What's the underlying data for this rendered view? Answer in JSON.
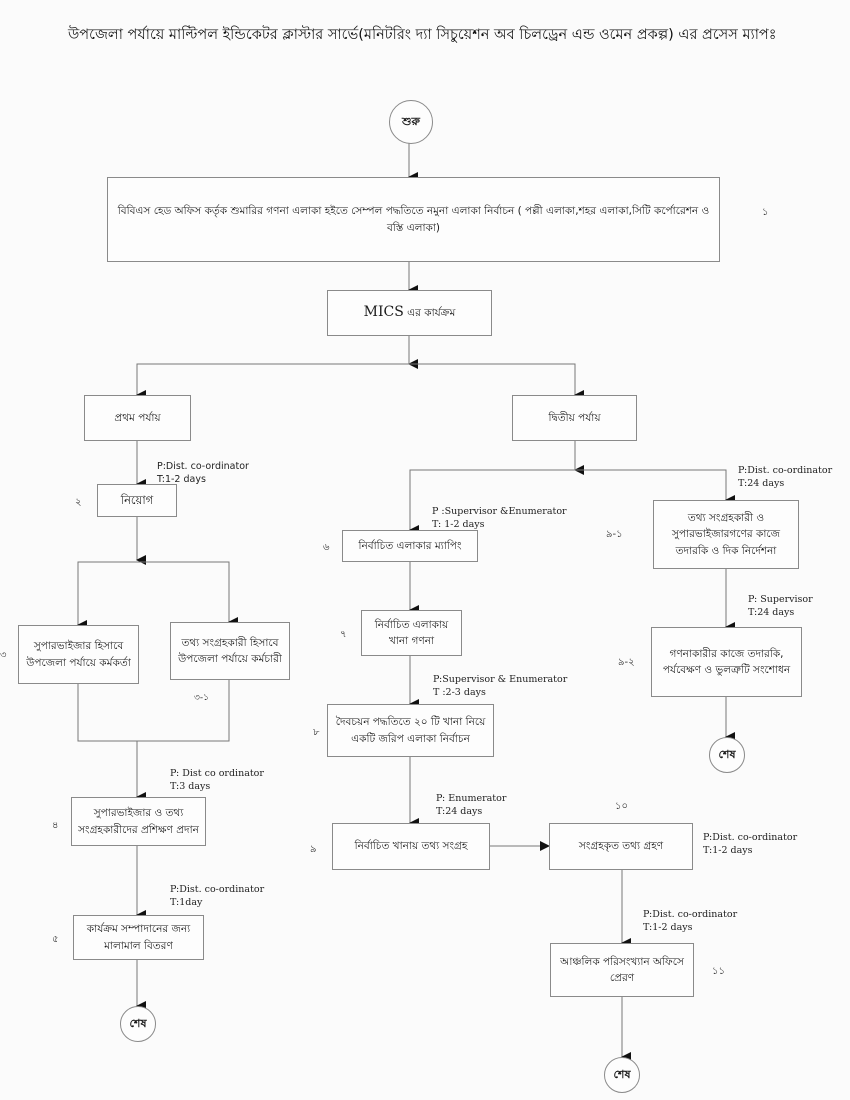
{
  "title": "উপজেলা পর্যায়ে মাল্টিপল ইন্ডিকেটর ক্লাস্টার সার্ভে(মনিটরিং দ্যা সিচুয়েশন অব চিলড্রেন এন্ড ওমেন প্রকল্প) এর  প্রসেস ম্যাপঃ",
  "terminals": {
    "start": "শুরু",
    "end_left": "শেষ",
    "end_right": "শেষ",
    "end_bottom": "শেষ"
  },
  "nodes": {
    "step1": "বিবিএস হেড অফিস কর্তৃক শুমারির গণনা এলাকা হইতে সেম্পল পদ্ধতিতে নমুনা এলাকা নির্বাচন ( পল্লী এলাকা,শহর এলাকা,সিটি কর্পোরেশন ও বস্তি এলাকা)",
    "mics_program_prefix": "MICS",
    "mics_program_suffix": " এর কার্যক্রম",
    "phase1": "প্রথম পর্যায়",
    "phase2": "দ্বিতীয় পর্যায়",
    "step2": "নিয়োগ",
    "step3a": "সুপারভাইজার হিসাবে উপজেলা পর্যায়ে কর্মকর্তা",
    "step3b": "তথ্য সংগ্রহকারী হিসাবে উপজেলা পর্যায়ে কর্মচারী",
    "step4": "সুপারভাইজার ও তথ্য সংগ্রহকারীদের প্রশিক্ষণ প্রদান",
    "step5": "কার্যক্রম সম্পাদানের জন্য মালামাল বিতরণ",
    "step6": "নির্বাচিত এলাকার ম্যাপিং",
    "step7": "নির্বাচিত এলাকায় খানা গণনা",
    "step8": "দৈবচয়ন পদ্ধতিতে ২০ টি খানা নিয়ে একটি জরিপ এলাকা নির্বাচন",
    "step9": "নির্বাচিত খানায় তথ্য সংগ্রহ",
    "step10": "সংগ্রহকৃত তথ্য গ্রহণ",
    "step11": "আঞ্চলিক পরিসংখ্যান অফিসে প্রেরণ",
    "step9_1": "তথ্য সংগ্রহকারী ও সুপারভাইজারগণের কাজে তদারকি ও দিক নির্দেশনা",
    "step9_2": "গণনাকারীর কাজে তদারকি, পর্যবেক্ষণ ও ভুলত্রুটি সংশোধন"
  },
  "step_numbers": {
    "n1": "১",
    "n2": "২",
    "n3": "৩",
    "n3_1": "৩-১",
    "n4": "৪",
    "n5": "৫",
    "n6": "৬",
    "n7": "৭",
    "n8": "৮",
    "n9": "৯",
    "n10": "১০",
    "n11": "১১",
    "n9_1": "৯-১",
    "n9_2": "৯-২"
  },
  "annotations": {
    "a2": {
      "p": "P:Dist. co-ordinator",
      "t": "T:1-2 days"
    },
    "a4": {
      "p": "P: Dist co ordinator",
      "t": "T:3 days"
    },
    "a5": {
      "p": "P:Dist. co-ordinator",
      "t": "T:1day"
    },
    "a6": {
      "p": "P :Supervisor &Enumerator",
      "t": "T: 1-2 days"
    },
    "a8": {
      "p": "P:Supervisor & Enumerator",
      "t": "T :2-3 days"
    },
    "a9": {
      "p": "P: Enumerator",
      "t": "T:24 days"
    },
    "a10": {
      "p": "P:Dist. co-ordinator",
      "t": "T:1-2 days"
    },
    "a11": {
      "p": "P:Dist. co-ordinator",
      "t": "T:1-2 days"
    },
    "a9_1": {
      "p": "P:Dist. co-ordinator",
      "t": "T:24 days"
    },
    "a9_2": {
      "p": "P: Supervisor",
      "t": "T:24 days"
    }
  }
}
